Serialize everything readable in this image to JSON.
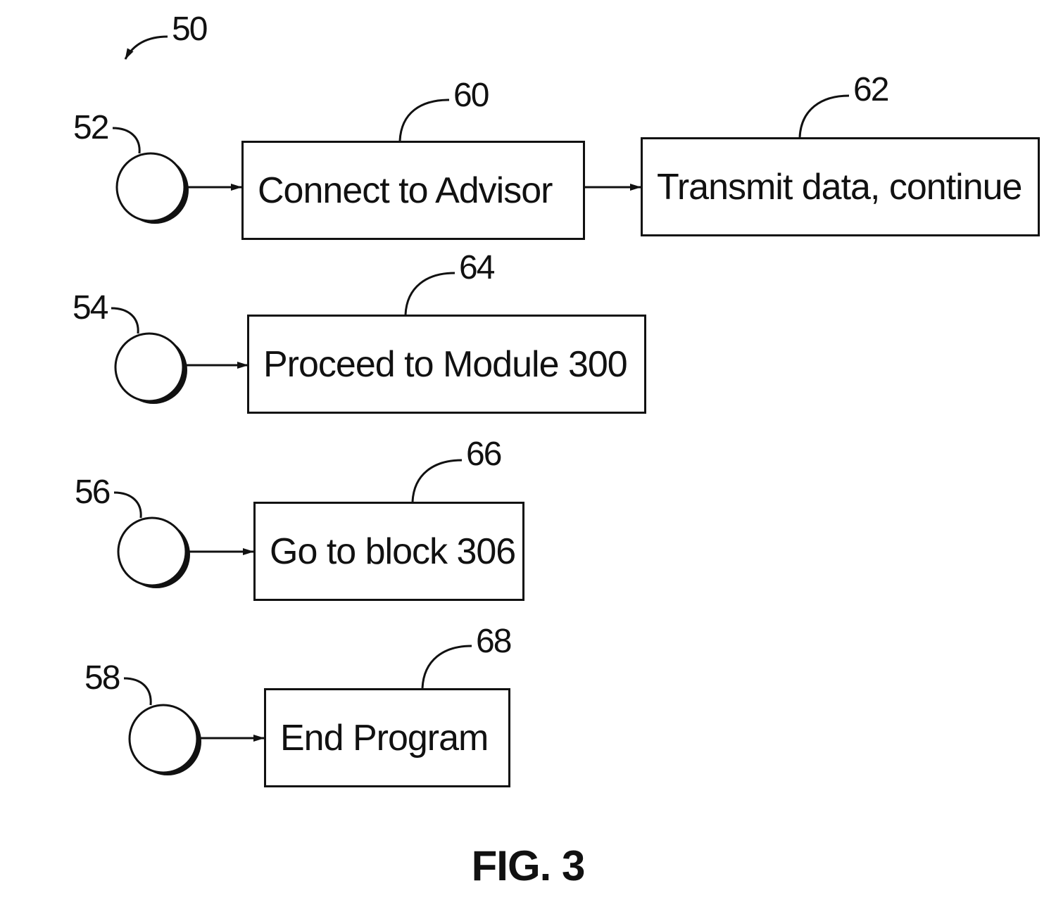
{
  "figure": {
    "caption": "FIG. 3",
    "reference": "50"
  },
  "connectors": [
    {
      "ref": "52"
    },
    {
      "ref": "54"
    },
    {
      "ref": "56"
    },
    {
      "ref": "58"
    }
  ],
  "blocks": [
    {
      "ref": "60",
      "label": "Connect to Advisor"
    },
    {
      "ref": "62",
      "label": "Transmit data, continue"
    },
    {
      "ref": "64",
      "label": "Proceed to Module 300"
    },
    {
      "ref": "66",
      "label": "Go to block 306"
    },
    {
      "ref": "68",
      "label": "End Program"
    }
  ]
}
